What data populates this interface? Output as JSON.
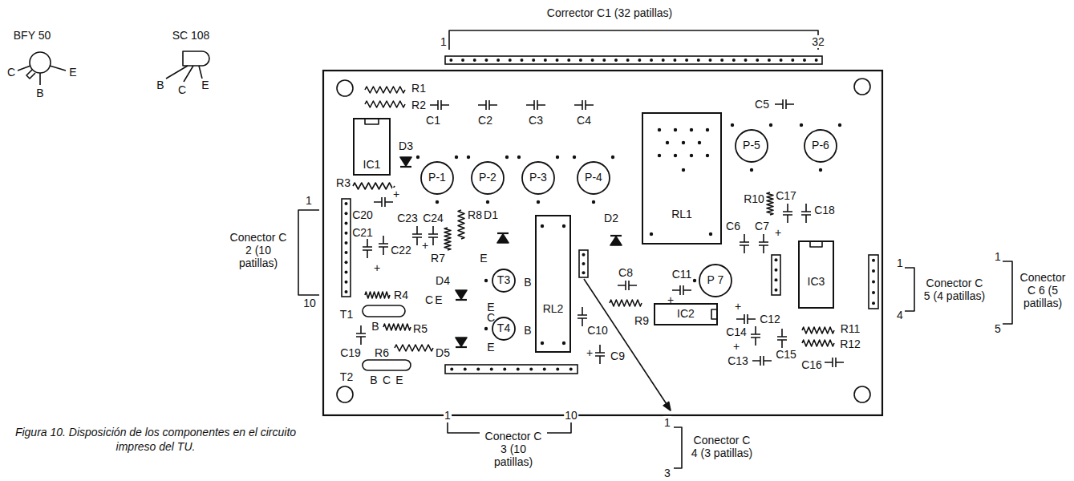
{
  "diagram": {
    "caption": "Figura 10. Disposición de los componentes en el circuito impreso del TU.",
    "nodes": [
      {
        "text": [
          "IC1"
        ]
      },
      {
        "text": [
          "P-1"
        ]
      },
      {
        "text": [
          "P-2"
        ]
      },
      {
        "text": [
          "P-3"
        ]
      },
      {
        "text": [
          "P-4"
        ]
      },
      {
        "text": [
          "RL1"
        ]
      },
      {
        "text": [
          "P-5"
        ]
      },
      {
        "text": [
          "P-6"
        ]
      },
      {
        "text": [
          "RL2"
        ]
      },
      {
        "text": [
          "T3"
        ]
      },
      {
        "text": [
          "P 7"
        ]
      },
      {
        "text": [
          "IC3"
        ]
      },
      {
        "text": [
          "T4"
        ]
      },
      {
        "text": [
          "IC2"
        ]
      }
    ],
    "labels": [
      "Corrector C1 (32 patillas)",
      "1",
      "32",
      "BFY 50",
      "C",
      "B",
      "E",
      "SC 108",
      "B",
      "C",
      "E",
      "R1",
      "R2",
      "C1",
      "C2",
      "C3",
      "C4",
      "C5",
      "D3",
      "R3",
      "C20",
      "+",
      "C23",
      "C24",
      "R8",
      "D1",
      "C21",
      "+",
      "C22",
      "+",
      "R7",
      "E",
      "D4",
      "R4",
      "C",
      "E",
      "T1",
      "B",
      "R5",
      "C19",
      "R6",
      "D5",
      "T2",
      "B",
      "C",
      "E",
      "B",
      "E",
      "C",
      "B",
      "E",
      "D2",
      "C6",
      "C7",
      "R10",
      "C17",
      "+",
      "C18",
      "C8",
      "C11",
      "+",
      "R9",
      "C10",
      "+",
      "C9",
      "C12",
      "+",
      "C14",
      "+",
      "C13",
      "C15",
      "C16",
      "R11",
      "R12",
      "1",
      "Conector C 2 (10 patillas)",
      "10",
      "1",
      "10",
      "Conector C 3 (10 patillas)",
      "1",
      "3",
      "Conector C 4 (3 patillas)",
      "1",
      "4",
      "Conector C 5 (4 patillas)",
      "1",
      "5",
      "Conector C 6 (5 patillas)"
    ]
  }
}
